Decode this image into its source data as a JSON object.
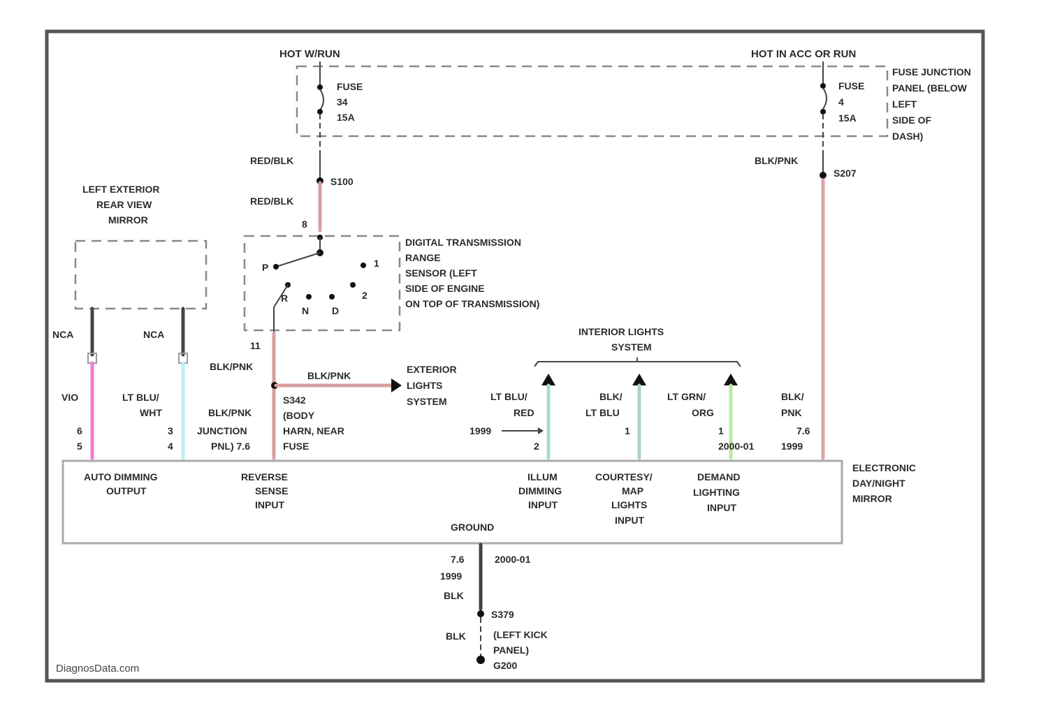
{
  "colors": {
    "red_blk": "#d9a0a0",
    "blk_pnk": "#d9a0a0",
    "pink_wire": "#f07ad8",
    "lt_blu_wht": "#bdeff0",
    "lt_blu_red": "#a8dcd0",
    "blk_lt_blu": "#a8d4d0",
    "lt_grn_org": "#b8ec9c",
    "black_wire": "#444444",
    "frame": "#555555"
  },
  "top": {
    "hot_left": "HOT W/RUN",
    "hot_right": "HOT IN ACC OR RUN",
    "fuse_left": [
      "FUSE",
      "34",
      "15A"
    ],
    "fuse_right": [
      "FUSE",
      "4",
      "15A"
    ],
    "fuse_panel": [
      "FUSE JUNCTION",
      "PANEL (BELOW",
      "LEFT",
      "SIDE OF",
      "DASH)"
    ]
  },
  "left_branch": {
    "wire_top": "RED/BLK",
    "splice": "S100",
    "wire_mid": "RED/BLK",
    "pin": "8"
  },
  "right_branch": {
    "wire": "BLK/PNK",
    "splice": "S207"
  },
  "mirror_left": {
    "title": [
      "LEFT EXTERIOR",
      "REAR VIEW",
      "MIRROR"
    ],
    "nca_1": "NCA",
    "nca_2": "NCA",
    "wire_1": "VIO",
    "wire_2": [
      "LT BLU/",
      "WHT"
    ],
    "pins_1": [
      "6",
      "5"
    ],
    "pins_2": [
      "3",
      "4"
    ]
  },
  "sensor": {
    "title": [
      "DIGITAL TRANSMISSION",
      "RANGE",
      "SENSOR (LEFT",
      "SIDE OF ENGINE",
      "ON TOP OF TRANSMISSION)"
    ],
    "positions": [
      "P",
      "R",
      "N",
      "D",
      "2",
      "1"
    ],
    "out_pin": "11"
  },
  "reverse": {
    "wire_top": "BLK/PNK",
    "wire_right": "BLK/PNK",
    "ext_lights": [
      "EXTERIOR",
      "LIGHTS",
      "SYSTEM"
    ],
    "wire_bottom": "BLK/PNK",
    "junction": [
      "JUNCTION",
      "PNL) 7.6"
    ],
    "splice_note": [
      "S342",
      "(BODY",
      "HARN, NEAR",
      "FUSE"
    ]
  },
  "interior": {
    "title": [
      "INTERIOR LIGHTS",
      "SYSTEM"
    ],
    "w1": [
      "LT BLU/",
      "RED"
    ],
    "w2": [
      "BLK/",
      "LT BLU"
    ],
    "w3": [
      "LT GRN/",
      "ORG"
    ],
    "w4": [
      "BLK/",
      "PNK"
    ],
    "year_1999": "1999",
    "pin_w1": "2",
    "pin_w2": "1",
    "pin_w3": "1",
    "pin_w4": "7.6",
    "year_note": "2000-01",
    "year_note2": "1999"
  },
  "module": {
    "inputs": [
      [
        "AUTO DIMMING",
        "OUTPUT"
      ],
      [
        "REVERSE",
        "SENSE",
        "INPUT"
      ],
      [
        "ILLUM",
        "DIMMING",
        "INPUT"
      ],
      [
        "COURTESY/",
        "MAP",
        "LIGHTS",
        "INPUT"
      ],
      [
        "DEMAND",
        "LIGHTING",
        "INPUT"
      ]
    ],
    "ground": "GROUND",
    "name": [
      "ELECTRONIC",
      "DAY/NIGHT",
      "MIRROR"
    ]
  },
  "ground_path": {
    "pins": "7.6",
    "y1": "2000-01",
    "y2": "1999",
    "wire": "BLK",
    "splice": "S379",
    "wire2": "BLK",
    "location": [
      "(LEFT KICK",
      "PANEL)",
      "G200"
    ]
  },
  "watermark": "DiagnosData.com"
}
